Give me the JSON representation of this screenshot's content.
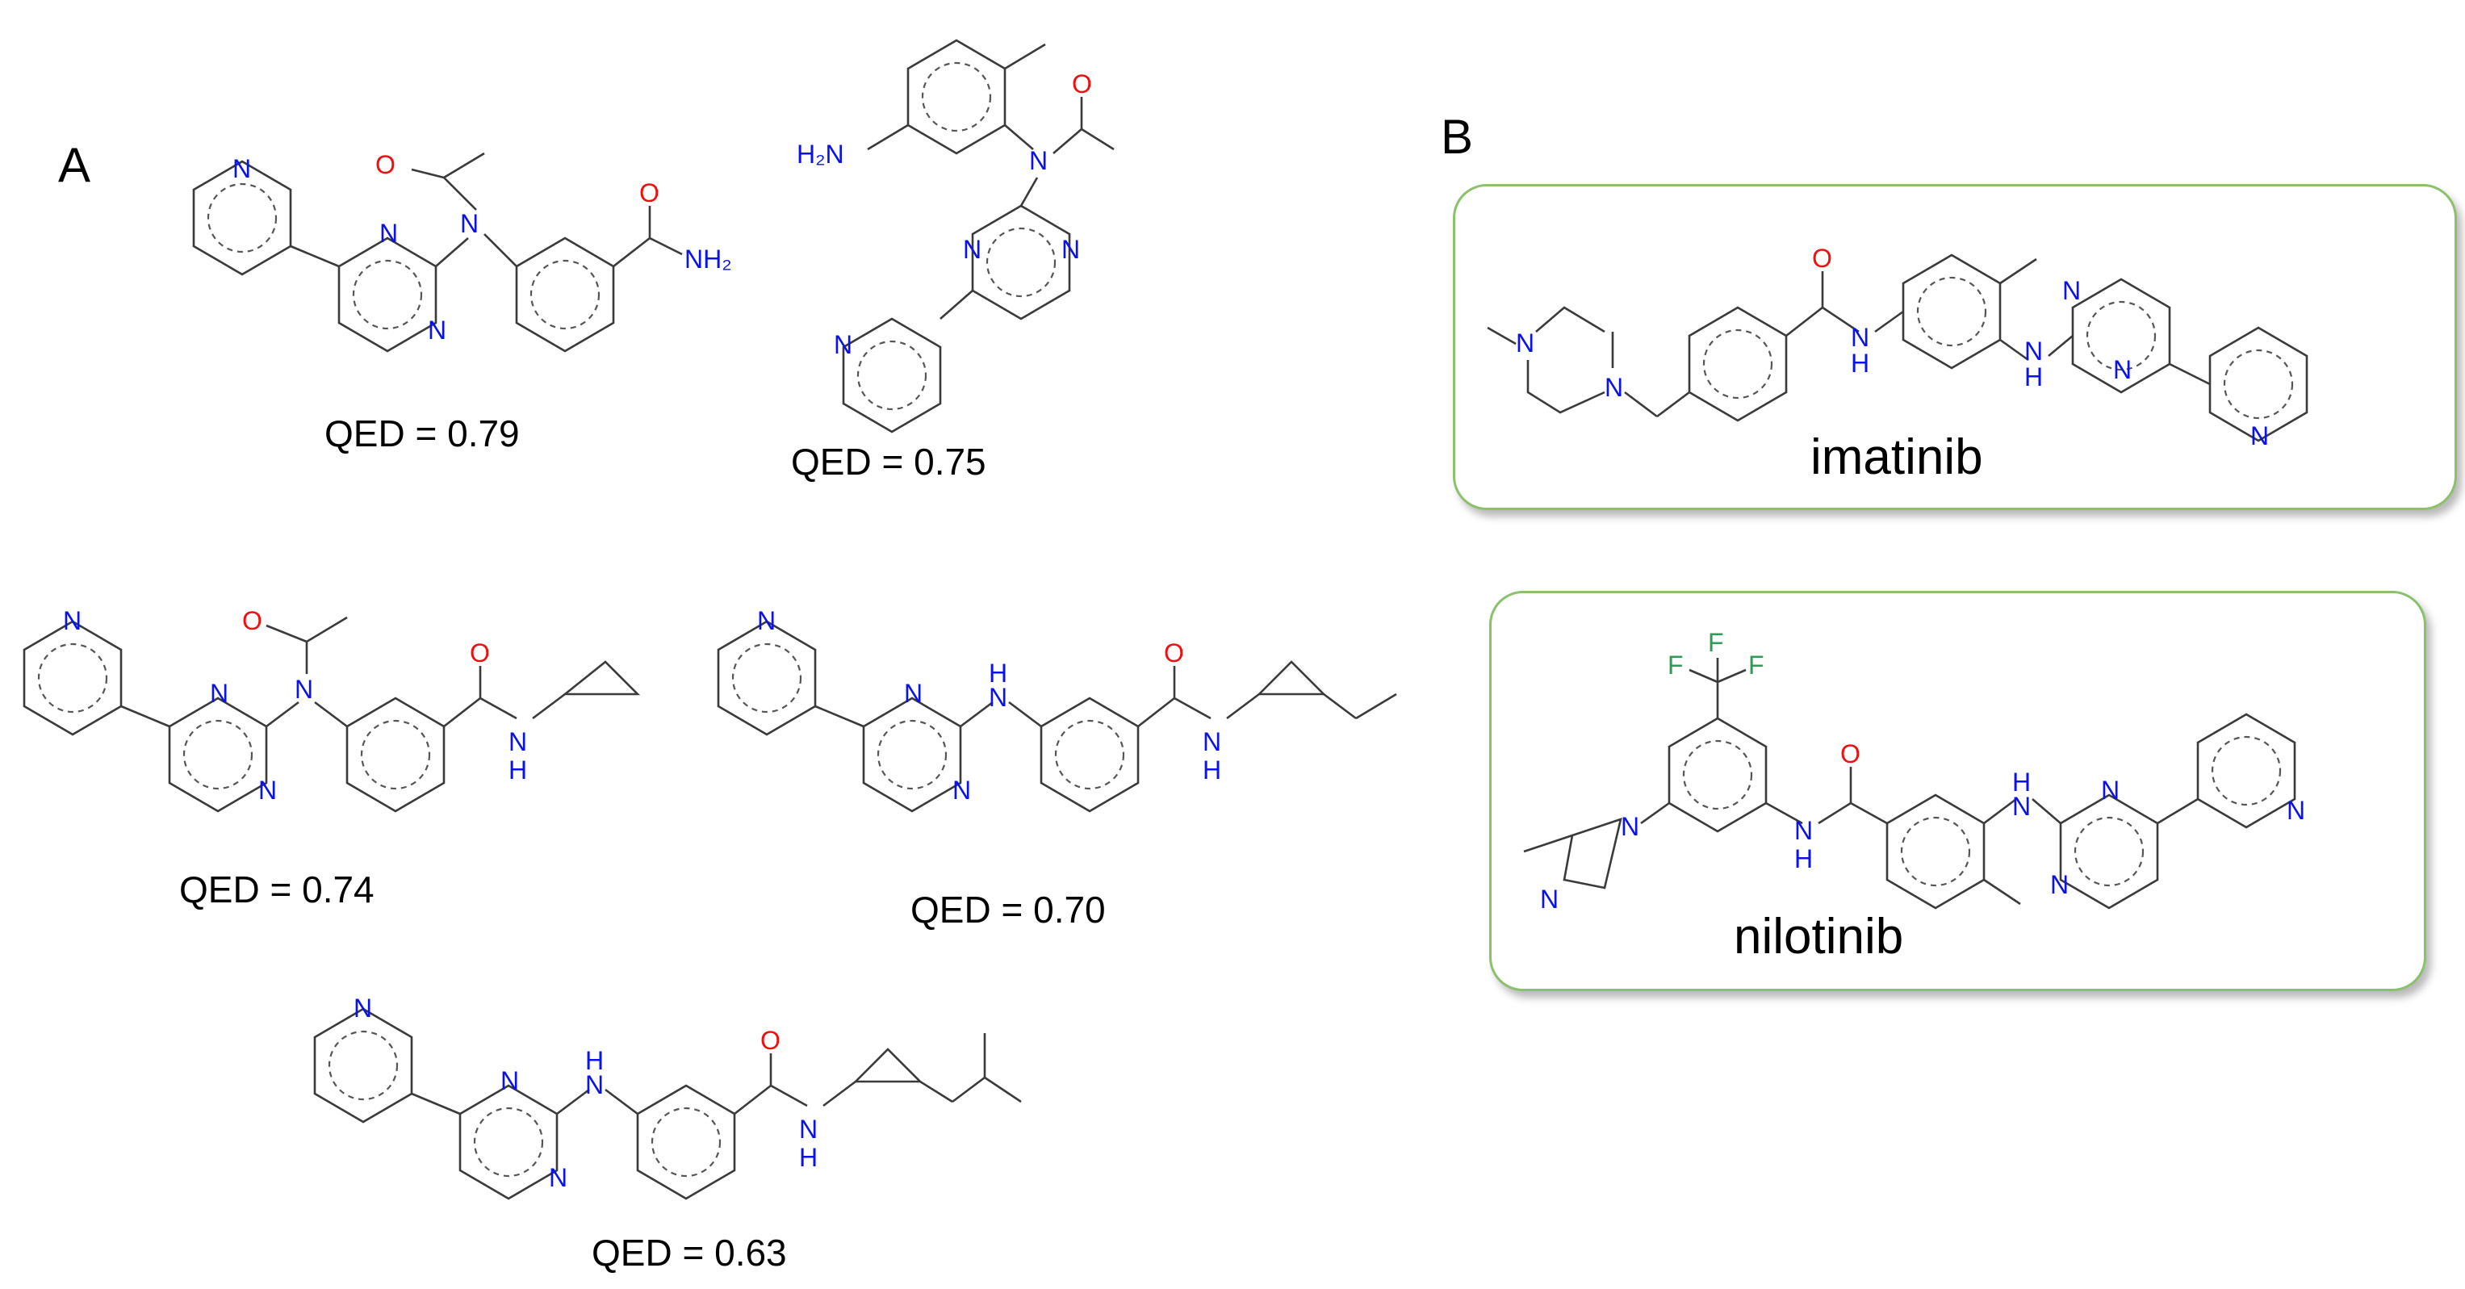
{
  "panels": {
    "a_label": "A",
    "b_label": "B"
  },
  "molecules_a": [
    {
      "qed_label": "QED = 0.79"
    },
    {
      "qed_label": "QED = 0.75"
    },
    {
      "qed_label": "QED = 0.74"
    },
    {
      "qed_label": "QED = 0.70"
    },
    {
      "qed_label": "QED = 0.63"
    }
  ],
  "drugs_b": [
    {
      "name": "imatinib"
    },
    {
      "name": "nilotinib"
    }
  ],
  "atom_labels": {
    "N": "N",
    "O": "O",
    "F": "F",
    "NH": "NH",
    "NH2": "NH₂",
    "H2N": "H₂N",
    "H": "H"
  },
  "colors": {
    "nitrogen": "#0b12e8",
    "oxygen": "#ee1010",
    "fluorine": "#2e9d53",
    "box_border": "#8bc16b"
  }
}
